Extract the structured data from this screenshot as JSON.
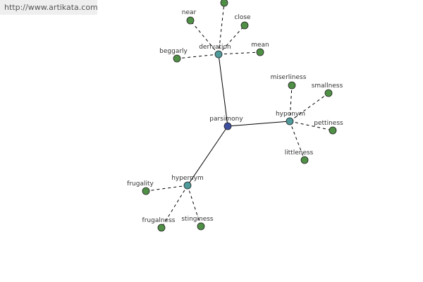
{
  "watermark": {
    "url": "http://www.artikata.com"
  },
  "colors": {
    "root": "#3f4fa0",
    "relation": "#4f9a9a",
    "leaf": "#4f8f46"
  },
  "graph": {
    "root": "parsimony",
    "relations": [
      {
        "label": "derivation",
        "leaves": [
          "near",
          "",
          "close",
          "mean",
          "beggarly"
        ]
      },
      {
        "label": "hyponym",
        "leaves": [
          "miserliness",
          "smallness",
          "pettiness",
          "littleness"
        ]
      },
      {
        "label": "hypernym",
        "leaves": [
          "frugality",
          "frugalness",
          "stinginess"
        ]
      }
    ]
  }
}
